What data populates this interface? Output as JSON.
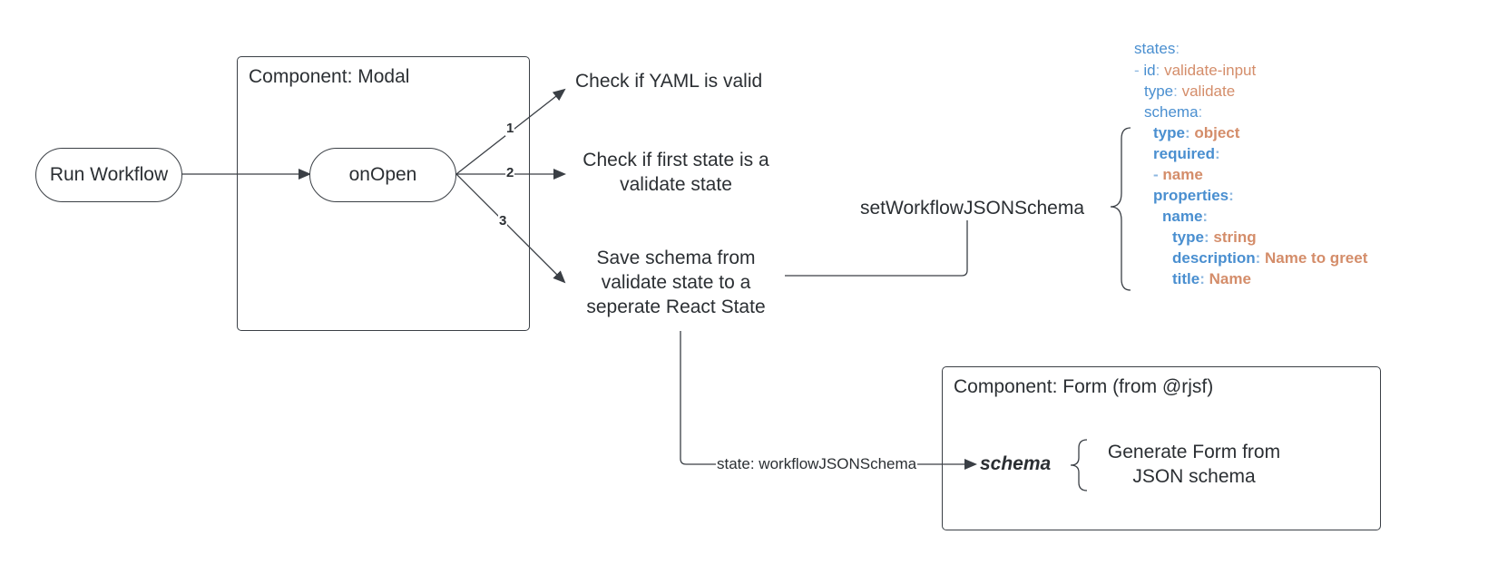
{
  "nodes": {
    "run_workflow": "Run Workflow",
    "on_open": "onOpen",
    "modal_title": "Component: Modal",
    "check_yaml": "Check if YAML is valid",
    "check_first_state": [
      "Check if first state is a",
      "validate state"
    ],
    "save_schema": [
      "Save schema from",
      "validate state to a",
      "seperate React State"
    ],
    "set_schema_fn": "setWorkflowJSONSchema",
    "form_title": "Component: Form (from @rjsf)",
    "schema_word": "schema",
    "generate_form": [
      "Generate Form from",
      "JSON schema"
    ]
  },
  "edges": {
    "step1": "1",
    "step2": "2",
    "step3": "3",
    "state_label": "state: workflowJSONSchema"
  },
  "yaml": [
    {
      "key": "states",
      "value": "",
      "dash": false,
      "bold": false
    },
    {
      "key": "id",
      "value": "validate-input",
      "dash": true,
      "bold": false
    },
    {
      "key": "type",
      "value": "validate",
      "dash": false,
      "bold": false
    },
    {
      "key": "schema",
      "value": "",
      "dash": false,
      "bold": false
    },
    {
      "key": "type",
      "value": "object",
      "dash": false,
      "bold": true
    },
    {
      "key": "required",
      "value": "",
      "dash": false,
      "bold": true
    },
    {
      "key": "",
      "value": "name",
      "dash": true,
      "bold": true
    },
    {
      "key": "properties",
      "value": "",
      "dash": false,
      "bold": true
    },
    {
      "key": "name",
      "value": "",
      "dash": false,
      "bold": true
    },
    {
      "key": "type",
      "value": "string",
      "dash": false,
      "bold": true
    },
    {
      "key": "description",
      "value": "Name to greet",
      "dash": false,
      "bold": true
    },
    {
      "key": "title",
      "value": "Name",
      "dash": false,
      "bold": true
    }
  ],
  "colors": {
    "key": "#4a8fd0",
    "value": "#d48d6a",
    "stroke": "#3a3f45",
    "text": "#2b2f33"
  }
}
